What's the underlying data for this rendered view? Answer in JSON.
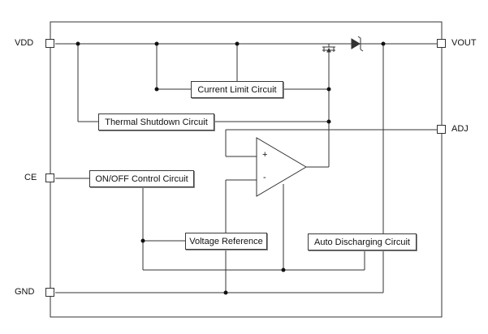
{
  "pins": {
    "vdd": "VDD",
    "vout": "VOUT",
    "adj": "ADJ",
    "ce": "CE",
    "gnd": "GND"
  },
  "blocks": {
    "current_limit": "Current Limit Circuit",
    "thermal_shutdown": "Thermal Shutdown Circuit",
    "onoff_control": "ON/OFF Control Circuit",
    "voltage_reference": "Voltage Reference",
    "auto_discharging": "Auto Discharging Circuit"
  },
  "amplifier": {
    "plus": "+",
    "minus": "-"
  },
  "colors": {
    "line": "#333333",
    "block_border": "#3a3a3a"
  }
}
